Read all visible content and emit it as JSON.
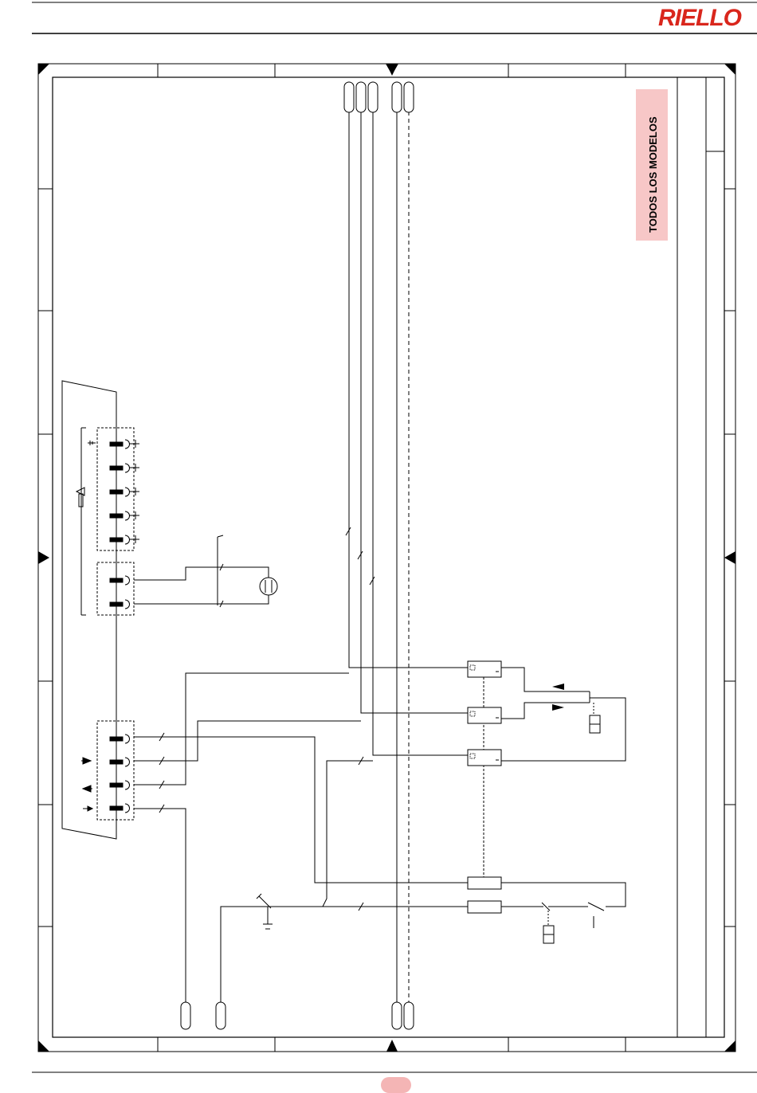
{
  "brand": {
    "name": "RIELLO",
    "color": "#d9261c"
  },
  "drawing": {
    "model_label": "TODOS LOS MODELOS",
    "model_label_bg": "#f7c7c7",
    "connector_groups": [
      {
        "id": "plug-upper",
        "pins": 5
      },
      {
        "id": "plug-middle",
        "pins": 2
      },
      {
        "id": "plug-lower",
        "pins": 4
      }
    ],
    "icons": [
      "earth-icon",
      "flame-sensor-icon",
      "up-arrow-icon",
      "down-arrow-icon",
      "pressure-switch-icon",
      "capacitor-icon",
      "transformer-icon"
    ]
  },
  "footer": {
    "page_badge_color": "#f4b5b5"
  }
}
